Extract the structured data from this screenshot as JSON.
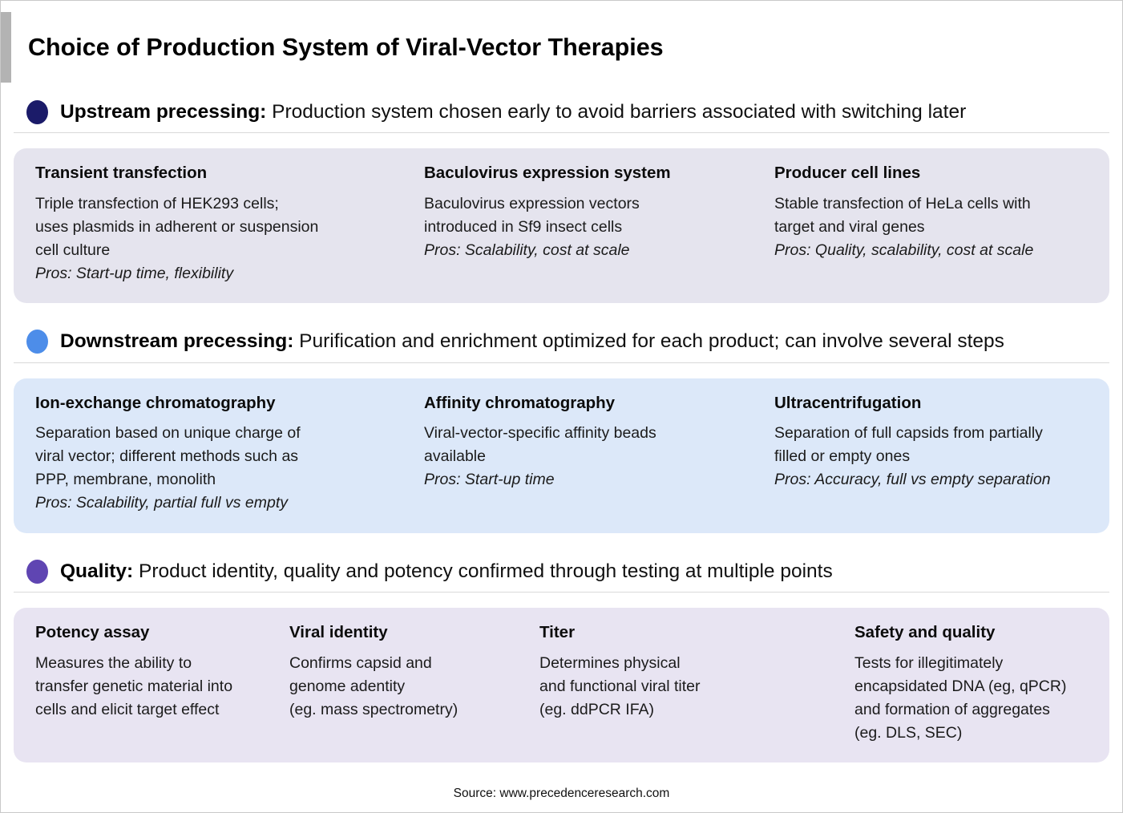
{
  "page": {
    "title": "Choice of Production System of Viral-Vector Therapies",
    "source": "Source: www.precedenceresearch.com",
    "accent_bar_color": "#b3b3b3",
    "frame_border_color": "#c9c9c9"
  },
  "sections": [
    {
      "heading_bold": "Upstream precessing:",
      "heading_rest": " Production system chosen early to avoid barriers associated with switching later",
      "bullet_color": "#1b1b69",
      "panel_color": "#e5e4ee",
      "cards": [
        {
          "title": "Transient transfection",
          "body": "Triple transfection of HEK293 cells;\nuses plasmids in adherent or suspension\ncell culture",
          "pros": "Pros: Start-up time, flexibility"
        },
        {
          "title": "Baculovirus expression system",
          "body": "Baculovirus expression vectors\nintroduced in Sf9 insect cells",
          "pros": "Pros: Scalability, cost at scale"
        },
        {
          "title": "Producer cell lines",
          "body": "Stable transfection of HeLa cells with\ntarget and viral genes",
          "pros": "Pros: Quality, scalability, cost at scale"
        }
      ]
    },
    {
      "heading_bold": "Downstream precessing:",
      "heading_rest": " Purification and enrichment optimized for each product; can involve several steps",
      "bullet_color": "#4d8de9",
      "panel_color": "#dce8f9",
      "cards": [
        {
          "title": "Ion-exchange chromatography",
          "body": "Separation based on unique charge of\nviral vector; different methods such as\nPPP, membrane, monolith",
          "pros": "Pros: Scalability, partial full vs empty"
        },
        {
          "title": "Affinity chromatography",
          "body": "Viral-vector-specific affinity beads\navailable",
          "pros": "Pros: Start-up time"
        },
        {
          "title": "Ultracentrifugation",
          "body": "Separation of full capsids from partially\nfilled or empty ones",
          "pros": "Pros: Accuracy, full vs empty separation"
        }
      ]
    },
    {
      "heading_bold": "Quality:",
      "heading_rest": " Product identity, quality and potency confirmed through testing at multiple points",
      "bullet_color": "#5f45b2",
      "panel_color": "#e8e4f2",
      "cards": [
        {
          "title": "Potency assay",
          "body": "Measures the ability to\ntransfer genetic material into\ncells and elicit target effect"
        },
        {
          "title": "Viral identity",
          "body": "Confirms capsid and\ngenome adentity\n(eg. mass spectrometry)"
        },
        {
          "title": "Titer",
          "body": "Determines physical\nand functional viral titer\n(eg. ddPCR IFA)"
        },
        {
          "title": "Safety and quality",
          "body": "Tests for illegitimately\nencapsidated DNA (eg, qPCR)\nand formation of aggregates\n(eg. DLS, SEC)"
        }
      ]
    }
  ]
}
